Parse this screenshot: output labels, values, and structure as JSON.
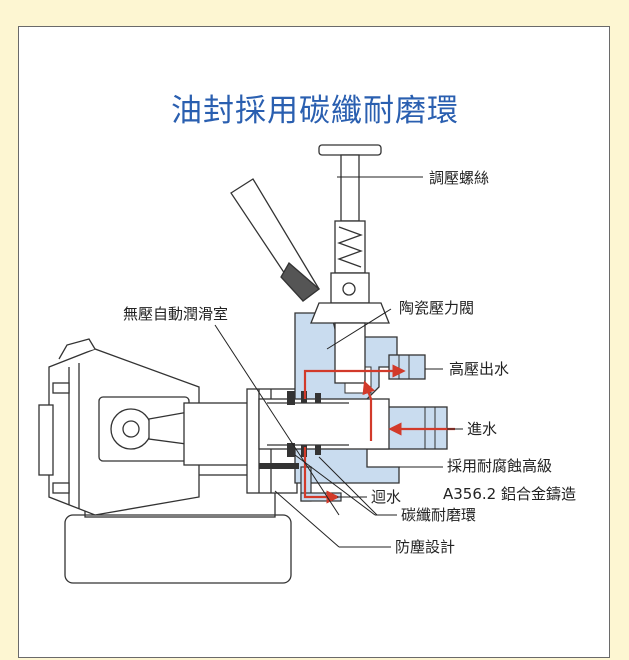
{
  "title": "油封採用碳纖耐磨環",
  "labels": {
    "adjust_screw": "調壓螺絲",
    "auto_lube_chamber": "無壓自動潤滑室",
    "ceramic_valve": "陶瓷壓力閥",
    "high_pressure_outlet": "高壓出水",
    "water_inlet": "進水",
    "corrosion_resistant": "採用耐腐蝕高級",
    "alloy_casting": "A356.2 鋁合金鑄造",
    "return_water": "迴水",
    "carbon_ring": "碳纖耐磨環",
    "dustproof_design": "防塵設計"
  },
  "colors": {
    "page_bg": "#fdf6d2",
    "title": "#2a5fb0",
    "water": "#c9dcef",
    "arrow": "#d23a2a"
  }
}
